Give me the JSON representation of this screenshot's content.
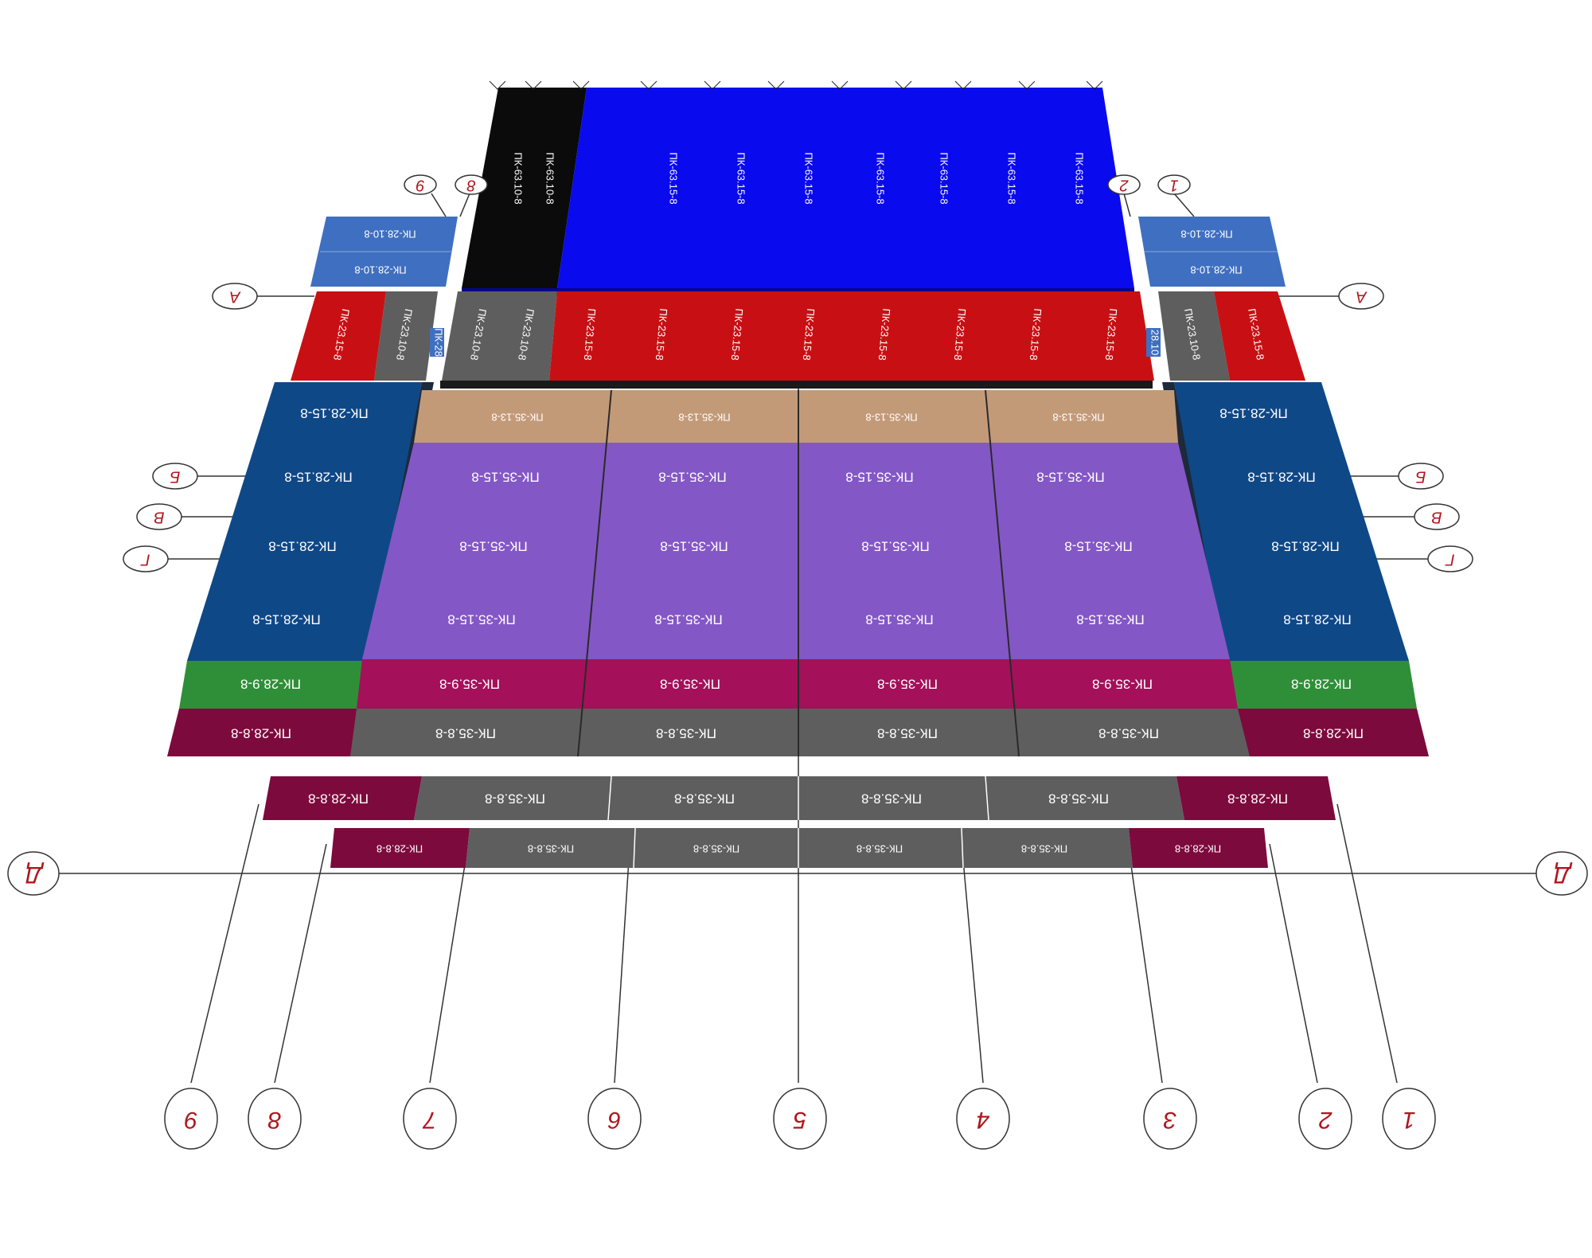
{
  "colors": {
    "background": "#ffffff",
    "black_slab": "#0b0b0b",
    "blue_slab": "#0a0aee",
    "red_slab": "#c81014",
    "gray_slab": "#5e5e5e",
    "light_blue_slab": "#3f6fc0",
    "navy_slab": "#0f4887",
    "tan_slab": "#c39a78",
    "purple_slab": "#8457c6",
    "magenta_slab": "#a4105a",
    "green_slab": "#2f8f38",
    "maroon_slab": "#7d0a3c",
    "axis_marker_text": "#b0161c",
    "grid_line": "#333333"
  },
  "column_axes": [
    "9",
    "8",
    "7",
    "6",
    "5",
    "4",
    "3",
    "2",
    "1"
  ],
  "row_axes": {
    "a": "А",
    "b": "Б",
    "v": "В",
    "g": "Г",
    "d": "Д"
  },
  "top_markers": {
    "left_9": "9",
    "left_8": "8",
    "right_2": "2",
    "right_1": "1"
  },
  "slabs": {
    "black": [
      "ПК-63.10-8",
      "ПК-63.10-8"
    ],
    "blue": [
      "ПК-63.15-8",
      "ПК-63.15-8",
      "ПК-63.15-8",
      "ПК-63.15-8",
      "ПК-63.15-8",
      "ПК-63.15-8",
      "ПК-63.15-8"
    ],
    "light_blue_left": [
      "ПК-28.10-8",
      "ПК-28.10-8"
    ],
    "light_blue_right": [
      "ПК-28.10-8",
      "ПК-28.10-8"
    ],
    "red_left": "ПК-23.15-8",
    "gray_left": "ПК-23.10-8",
    "gray_center": [
      "ПК-23.10-8",
      "ПК-23.10-8"
    ],
    "red_center": [
      "ПК-23.15-8",
      "ПК-23.15-8",
      "ПК-23.15-8",
      "ПК-23.15-8",
      "ПК-23.15-8",
      "ПК-23.15-8",
      "ПК-23.15-8",
      "ПК-23.15-8"
    ],
    "gray_right": "ПК-23.10-8",
    "red_right": "ПК-23.15-8",
    "hidden_small_left": "ПК-28",
    "hidden_small_right": "28.10",
    "navy_left": [
      "ПК-28.15-8",
      "ПК-28.15-8",
      "ПК-28.15-8",
      "ПК-28.15-8"
    ],
    "navy_right": [
      "ПК-28.15-8",
      "ПК-28.15-8",
      "ПК-28.15-8",
      "ПК-28.15-8"
    ],
    "green": "ПК-28.9-8",
    "maroon": "ПК-28.8-8",
    "tan": "ПК-35.13-8",
    "purple": "ПК-35.15-8",
    "magenta": "ПК-35.9-8",
    "gray_35": "ПК-35.8-8",
    "lower_maroon": "ПК-28.8-8",
    "lower_gray": "ПК-35.8-8"
  }
}
